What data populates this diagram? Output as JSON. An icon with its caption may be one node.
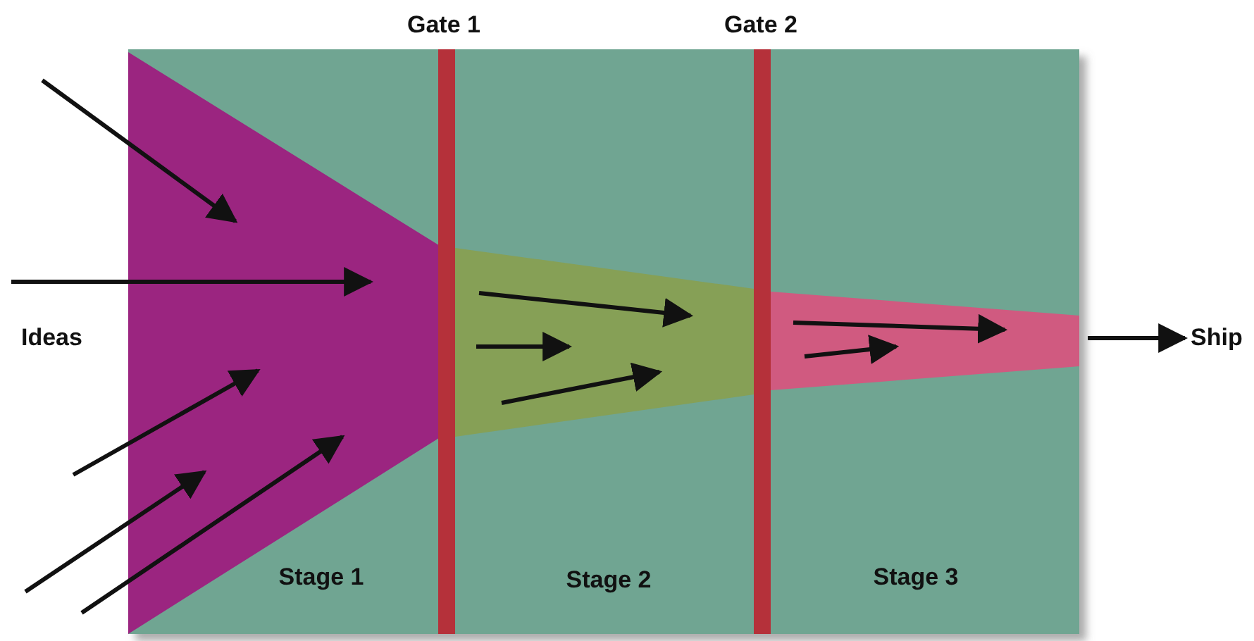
{
  "diagram": {
    "nodes": [
      {
        "text": [],
        "shape": "band"
      },
      {
        "text": [
          "Ship"
        ]
      }
    ],
    "edges": [
      {
        "from": 0,
        "to": 1,
        "arrow": "to"
      }
    ],
    "labels": [
      "Gate 1",
      "Gate 2",
      "Ideas",
      "Stage 1",
      "Stage 2",
      "Stage 3"
    ]
  }
}
